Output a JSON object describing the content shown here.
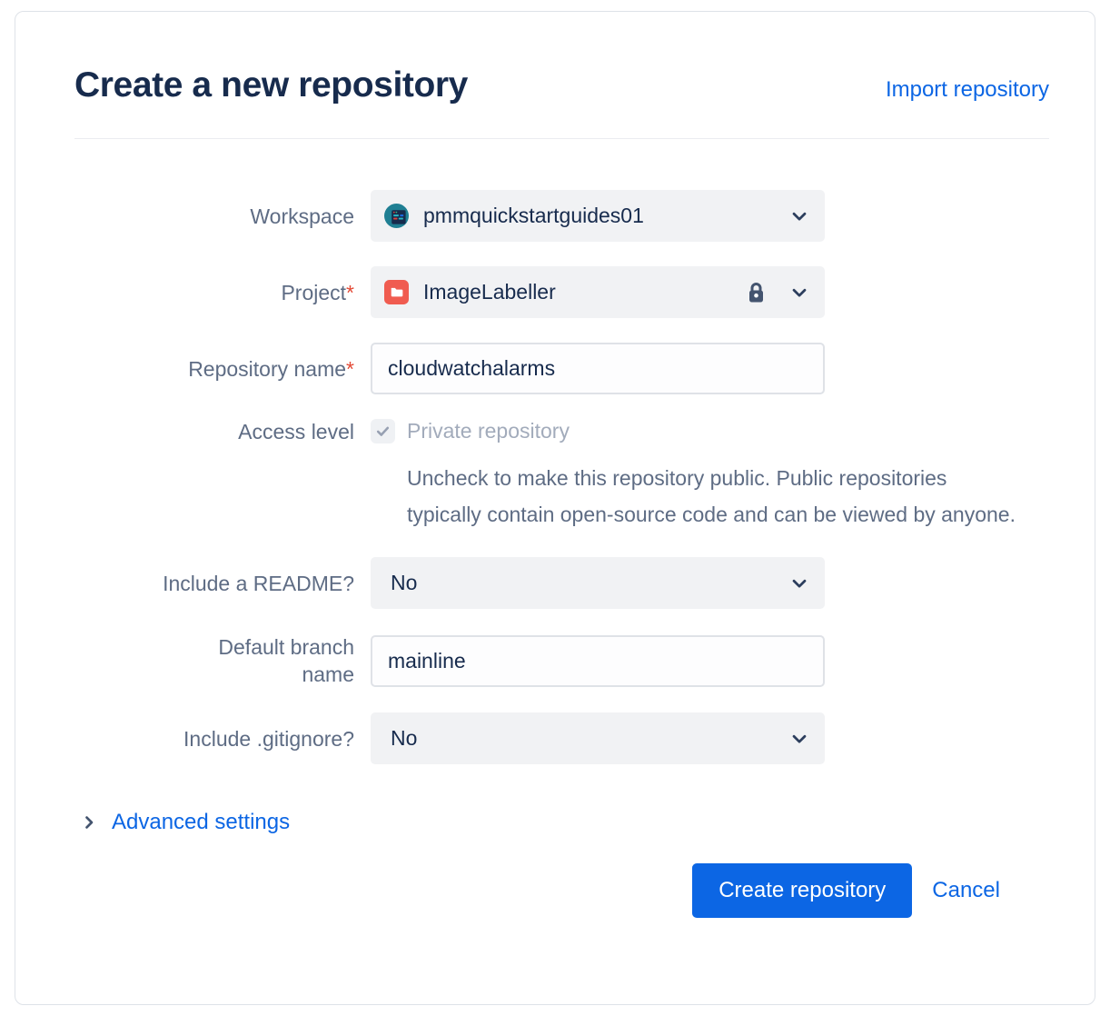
{
  "dialog": {
    "title": "Create a new repository",
    "import_link_label": "Import repository",
    "required_marker": "*",
    "form": {
      "workspace": {
        "label": "Workspace",
        "value": "pmmquickstartguides01"
      },
      "project": {
        "label": "Project",
        "value": "ImageLabeller",
        "required": true,
        "private": true
      },
      "repository_name": {
        "label": "Repository name",
        "value": "cloudwatchalarms",
        "required": true
      },
      "access_level": {
        "label": "Access level",
        "checkbox_label": "Private repository",
        "checked": true,
        "disabled": true,
        "help_text": "Uncheck to make this repository public. Public repositories typically contain open-source code and can be viewed by anyone."
      },
      "include_readme": {
        "label": "Include a README?",
        "value": "No"
      },
      "default_branch": {
        "label": "Default branch name",
        "value": "mainline"
      },
      "include_gitignore": {
        "label": "Include .gitignore?",
        "value": "No"
      }
    },
    "advanced_settings_label": "Advanced settings",
    "actions": {
      "create_label": "Create repository",
      "cancel_label": "Cancel"
    },
    "colors": {
      "accent_blue": "#0c66e4",
      "title_navy": "#172b4d",
      "label_gray": "#5e6c84",
      "required_red": "#e34935",
      "control_bg": "#f1f2f4",
      "input_border": "#dfe2e7",
      "project_icon_red": "#f05c50",
      "workspace_avatar_teal": "#1f7f93",
      "lock_slate": "#44546f",
      "disabled_text": "#a2abbb"
    }
  }
}
